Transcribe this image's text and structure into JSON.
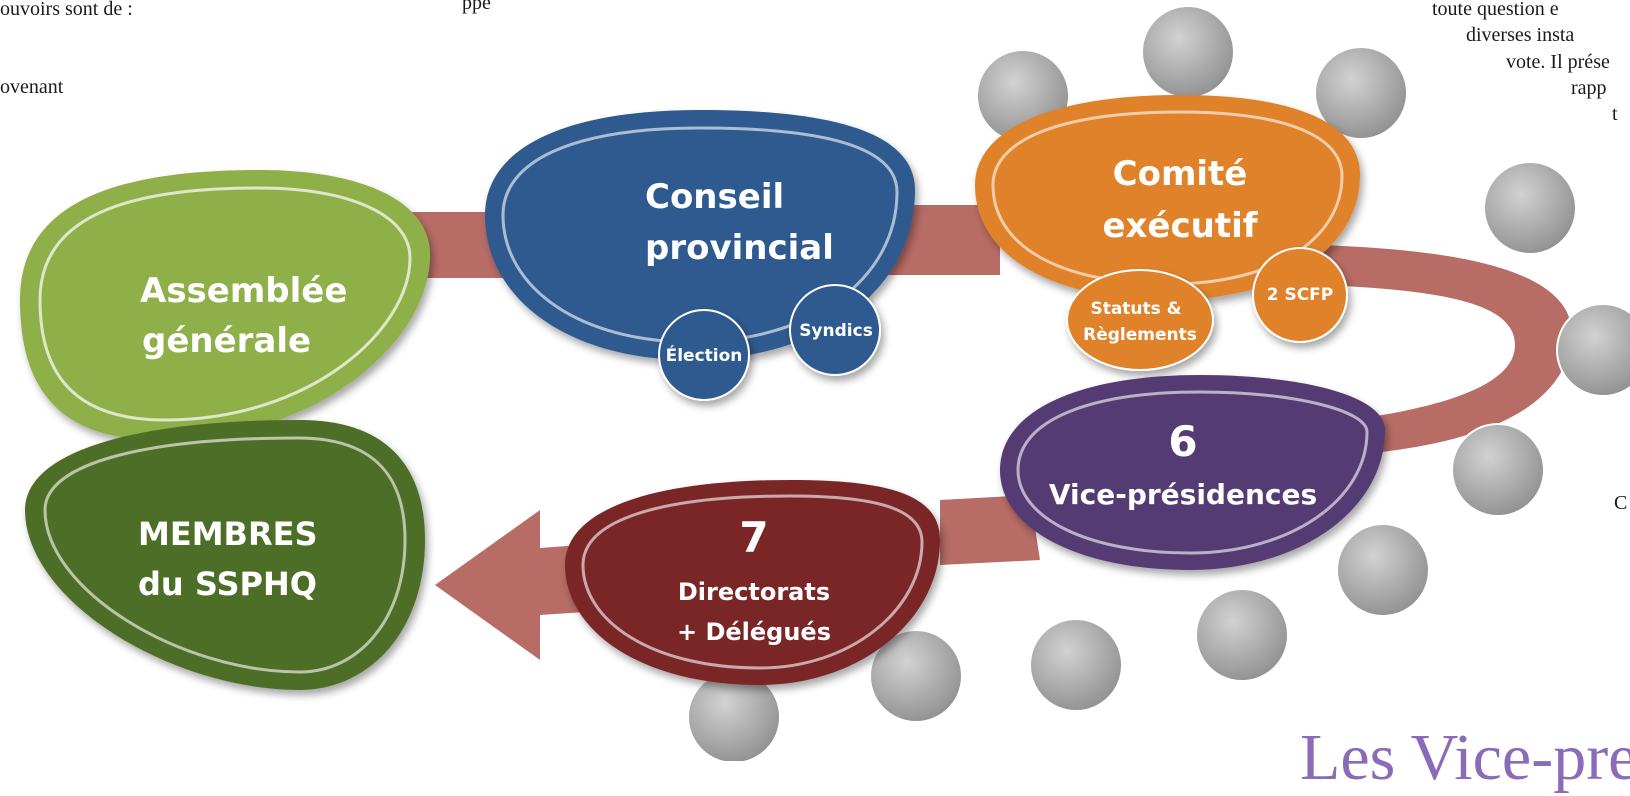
{
  "page_text": {
    "left_line1": "ouvoirs sont de :",
    "left_line2": "ovenant",
    "top_center": "ppe",
    "right_line1": "toute question e",
    "right_line2": "diverses insta",
    "right_line3": "vote. Il prése",
    "right_line4": "rapp",
    "right_line5": "t",
    "right_fragment": "C",
    "heading": "Les Vice-pre"
  },
  "diagram": {
    "assemblee": {
      "line1": "Assemblée",
      "line2": "générale",
      "color": "#8fb04a"
    },
    "membres": {
      "line1": "MEMBRES",
      "line2": "du SSPHQ",
      "color": "#4e6e26"
    },
    "conseil": {
      "line1": "Conseil",
      "line2": "provincial",
      "color": "#2f5a90"
    },
    "election": "Élection",
    "syndics": "Syndics",
    "comite": {
      "line1": "Comité",
      "line2": "exécutif",
      "color": "#e0822a"
    },
    "statuts": {
      "line1": "Statuts &",
      "line2": "Règlements"
    },
    "scfp": "2 SCFP",
    "vice": {
      "number": "6",
      "label": "Vice-présidences",
      "color": "#553a73"
    },
    "directorats": {
      "number": "7",
      "line1": "Directorats",
      "line2": "+ Délégués",
      "color": "#7a2828"
    },
    "band_color": "#b86c66",
    "node_color": "#a6a6a6"
  }
}
